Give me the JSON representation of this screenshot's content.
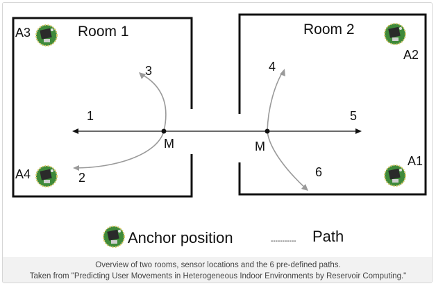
{
  "rooms": [
    {
      "label": "Room 1"
    },
    {
      "label": "Room 2"
    }
  ],
  "anchors": [
    {
      "label": "A1"
    },
    {
      "label": "A2"
    },
    {
      "label": "A3"
    },
    {
      "label": "A4"
    }
  ],
  "paths": [
    {
      "label": "1"
    },
    {
      "label": "2"
    },
    {
      "label": "3"
    },
    {
      "label": "4"
    },
    {
      "label": "5"
    },
    {
      "label": "6"
    }
  ],
  "midpoints": [
    {
      "label": "M"
    },
    {
      "label": "M"
    }
  ],
  "legend": {
    "anchor_label": "Anchor position",
    "path_dash": "-----------",
    "path_label": "Path"
  },
  "caption": {
    "line1": "Overview of two rooms, sensor locations and the 6 pre-defined paths.",
    "line2": "Taken from \"Predicting User Movements in Heterogeneous Indoor Environments by Reservoir Computing.\""
  },
  "colors": {
    "wall": "#111111",
    "curve": "#9a9a9a",
    "anchor_green": "#3f8a3a",
    "anchor_chip": "#2a2a2a"
  }
}
